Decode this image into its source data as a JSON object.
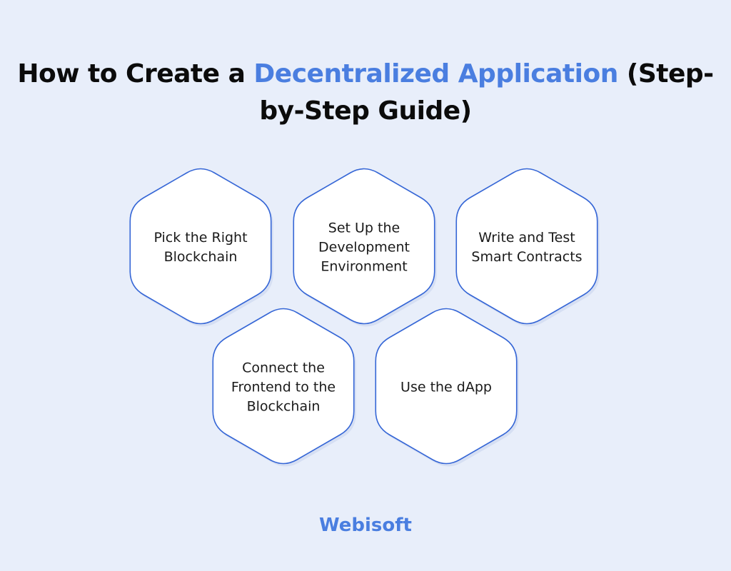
{
  "title": {
    "before": "How to Create a ",
    "highlight": "Decentralized Application",
    "after_line1": " (Step-",
    "line2": "by-Step Guide)"
  },
  "steps": [
    {
      "label": "Pick the Right\nBlockchain"
    },
    {
      "label": "Set Up the\nDevelopment\nEnvironment"
    },
    {
      "label": "Write and Test\nSmart Contracts"
    },
    {
      "label": "Connect the\nFrontend to the\nBlockchain"
    },
    {
      "label": "Use the dApp"
    }
  ],
  "brand": "Webisoft",
  "colors": {
    "background": "#e8eefa",
    "accent": "#4a7ee0",
    "hex_stroke": "#3566d6",
    "hex_fill": "#ffffff"
  }
}
